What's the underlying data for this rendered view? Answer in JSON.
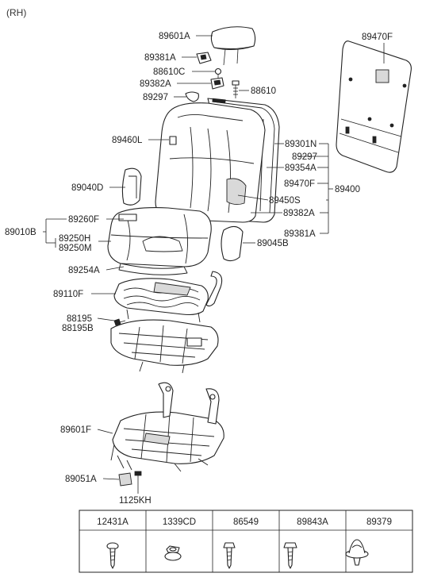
{
  "variant_label": "(RH)",
  "callouts": {
    "headrest": "89601A",
    "guide_381a_top": "89381A",
    "c88610c": "88610C",
    "guide_382a": "89382A",
    "c89297_left": "89297",
    "bolt_88610": "88610",
    "back_pad": "89460L",
    "back_assy": "89301N",
    "c89297_right": "89297",
    "c89354a": "89354A",
    "c89470f_mid": "89470F",
    "c89450s": "89450S",
    "c89382a_right": "89382A",
    "c89381a_right": "89381A",
    "group_89400": "89400",
    "back_board": "89470F",
    "c89040d": "89040D",
    "c89260f": "89260F",
    "group_89010b": "89010B",
    "c89250h": "89250H",
    "c89250m": "89250M",
    "c89045b": "89045B",
    "c89254a": "89254A",
    "c89110f": "89110F",
    "c88195": "88195",
    "c88195b": "88195B",
    "c89601f": "89601F",
    "c89051a": "89051A",
    "c1125kh": "1125KH"
  },
  "parts_table": {
    "columns": [
      "12431A",
      "1339CD",
      "86549",
      "89843A",
      "89379"
    ]
  }
}
